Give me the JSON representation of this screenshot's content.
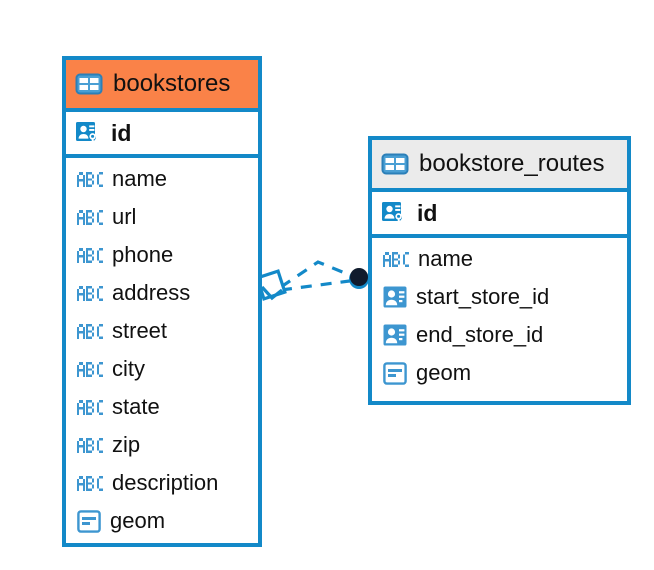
{
  "diagram": {
    "type": "entity-relationship-diagram",
    "accent_color": "#1389c8",
    "highlight_color": "#fa8248",
    "neutral_header_color": "#ebebeb",
    "connector_color": "#1389c8",
    "connector_endpoint_color": "#101b2d"
  },
  "entities": [
    {
      "name": "bookstores",
      "header_style": "orange",
      "table_icon": "table-icon",
      "primary_key": {
        "label": "id",
        "icon": "primary-key-icon"
      },
      "fields": [
        {
          "label": "name",
          "icon": "text-type-icon",
          "type": "ABC"
        },
        {
          "label": "url",
          "icon": "text-type-icon",
          "type": "ABC"
        },
        {
          "label": "phone",
          "icon": "text-type-icon",
          "type": "ABC"
        },
        {
          "label": "address",
          "icon": "text-type-icon",
          "type": "ABC"
        },
        {
          "label": "street",
          "icon": "text-type-icon",
          "type": "ABC"
        },
        {
          "label": "city",
          "icon": "text-type-icon",
          "type": "ABC"
        },
        {
          "label": "state",
          "icon": "text-type-icon",
          "type": "ABC"
        },
        {
          "label": "zip",
          "icon": "text-type-icon",
          "type": "ABC"
        },
        {
          "label": "description",
          "icon": "text-type-icon",
          "type": "ABC"
        },
        {
          "label": "geom",
          "icon": "geometry-type-icon",
          "type": "geometry"
        }
      ]
    },
    {
      "name": "bookstore_routes",
      "header_style": "grey",
      "table_icon": "table-icon",
      "primary_key": {
        "label": "id",
        "icon": "primary-key-icon"
      },
      "fields": [
        {
          "label": "name",
          "icon": "text-type-icon",
          "type": "ABC"
        },
        {
          "label": "start_store_id",
          "icon": "foreign-key-icon",
          "type": "foreign-key"
        },
        {
          "label": "end_store_id",
          "icon": "foreign-key-icon",
          "type": "foreign-key"
        },
        {
          "label": "geom",
          "icon": "geometry-type-icon",
          "type": "geometry"
        }
      ]
    }
  ],
  "relationships": [
    {
      "from_entity": "bookstores",
      "to_entity": "bookstore_routes",
      "line_style": "dashed",
      "source_marker": "diamond-marker",
      "target_marker": "filled-circle-marker",
      "branch_count": 2
    }
  ]
}
